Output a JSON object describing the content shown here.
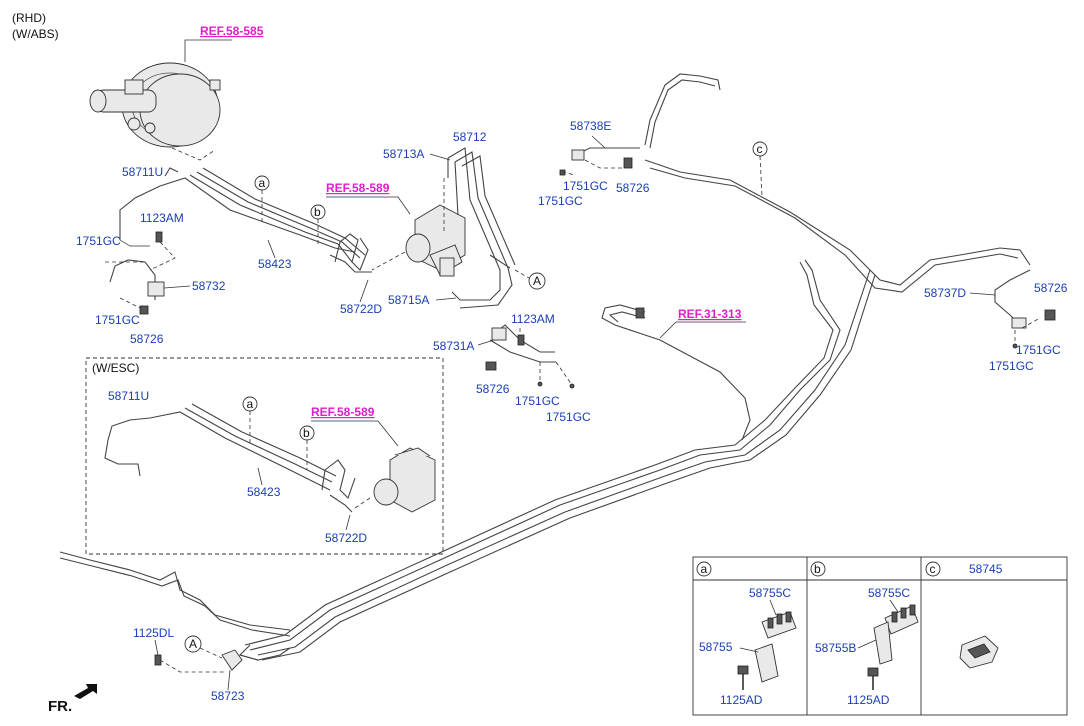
{
  "header": {
    "line1": "(RHD)",
    "line2": "(W/ABS)"
  },
  "refs": {
    "booster": "REF.58-585",
    "abs_unit": "REF.58-589",
    "esc_unit": "REF.58-589",
    "fuel": "REF.31-313"
  },
  "esc_box": {
    "title": "(W/ESC)"
  },
  "parts": {
    "p58711U": "58711U",
    "p1123AM_left": "1123AM",
    "p1751GC_left1": "1751GC",
    "p58732": "58732",
    "p1751GC_left2": "1751GC",
    "p58726_left": "58726",
    "p58423": "58423",
    "p58713A": "58713A",
    "p58712": "58712",
    "p58722D": "58722D",
    "p58715A": "58715A",
    "p1123AM_mid": "1123AM",
    "p58731A": "58731A",
    "p58726_mid": "58726",
    "p1751GC_mid1": "1751GC",
    "p1751GC_mid2": "1751GC",
    "p58738E": "58738E",
    "p1751GC_top1": "1751GC",
    "p1751GC_top2": "1751GC",
    "p58726_top": "58726",
    "p58737D": "58737D",
    "p58726_right": "58726",
    "p1751GC_right1": "1751GC",
    "p1751GC_right2": "1751GC",
    "esc58711U": "58711U",
    "esc58423": "58423",
    "esc58722D": "58722D",
    "p1125DL": "1125DL",
    "p58723": "58723"
  },
  "callouts": {
    "a": "a",
    "b": "b",
    "c": "c",
    "A": "A"
  },
  "legend": {
    "a": {
      "letter": "a",
      "p1": "58755C",
      "p2": "58755",
      "p3": "1125AD"
    },
    "b": {
      "letter": "b",
      "p1": "58755C",
      "p2": "58755B",
      "p3": "1125AD"
    },
    "c": {
      "letter": "c",
      "p1": "58745"
    }
  },
  "footer": {
    "fr": "FR."
  }
}
